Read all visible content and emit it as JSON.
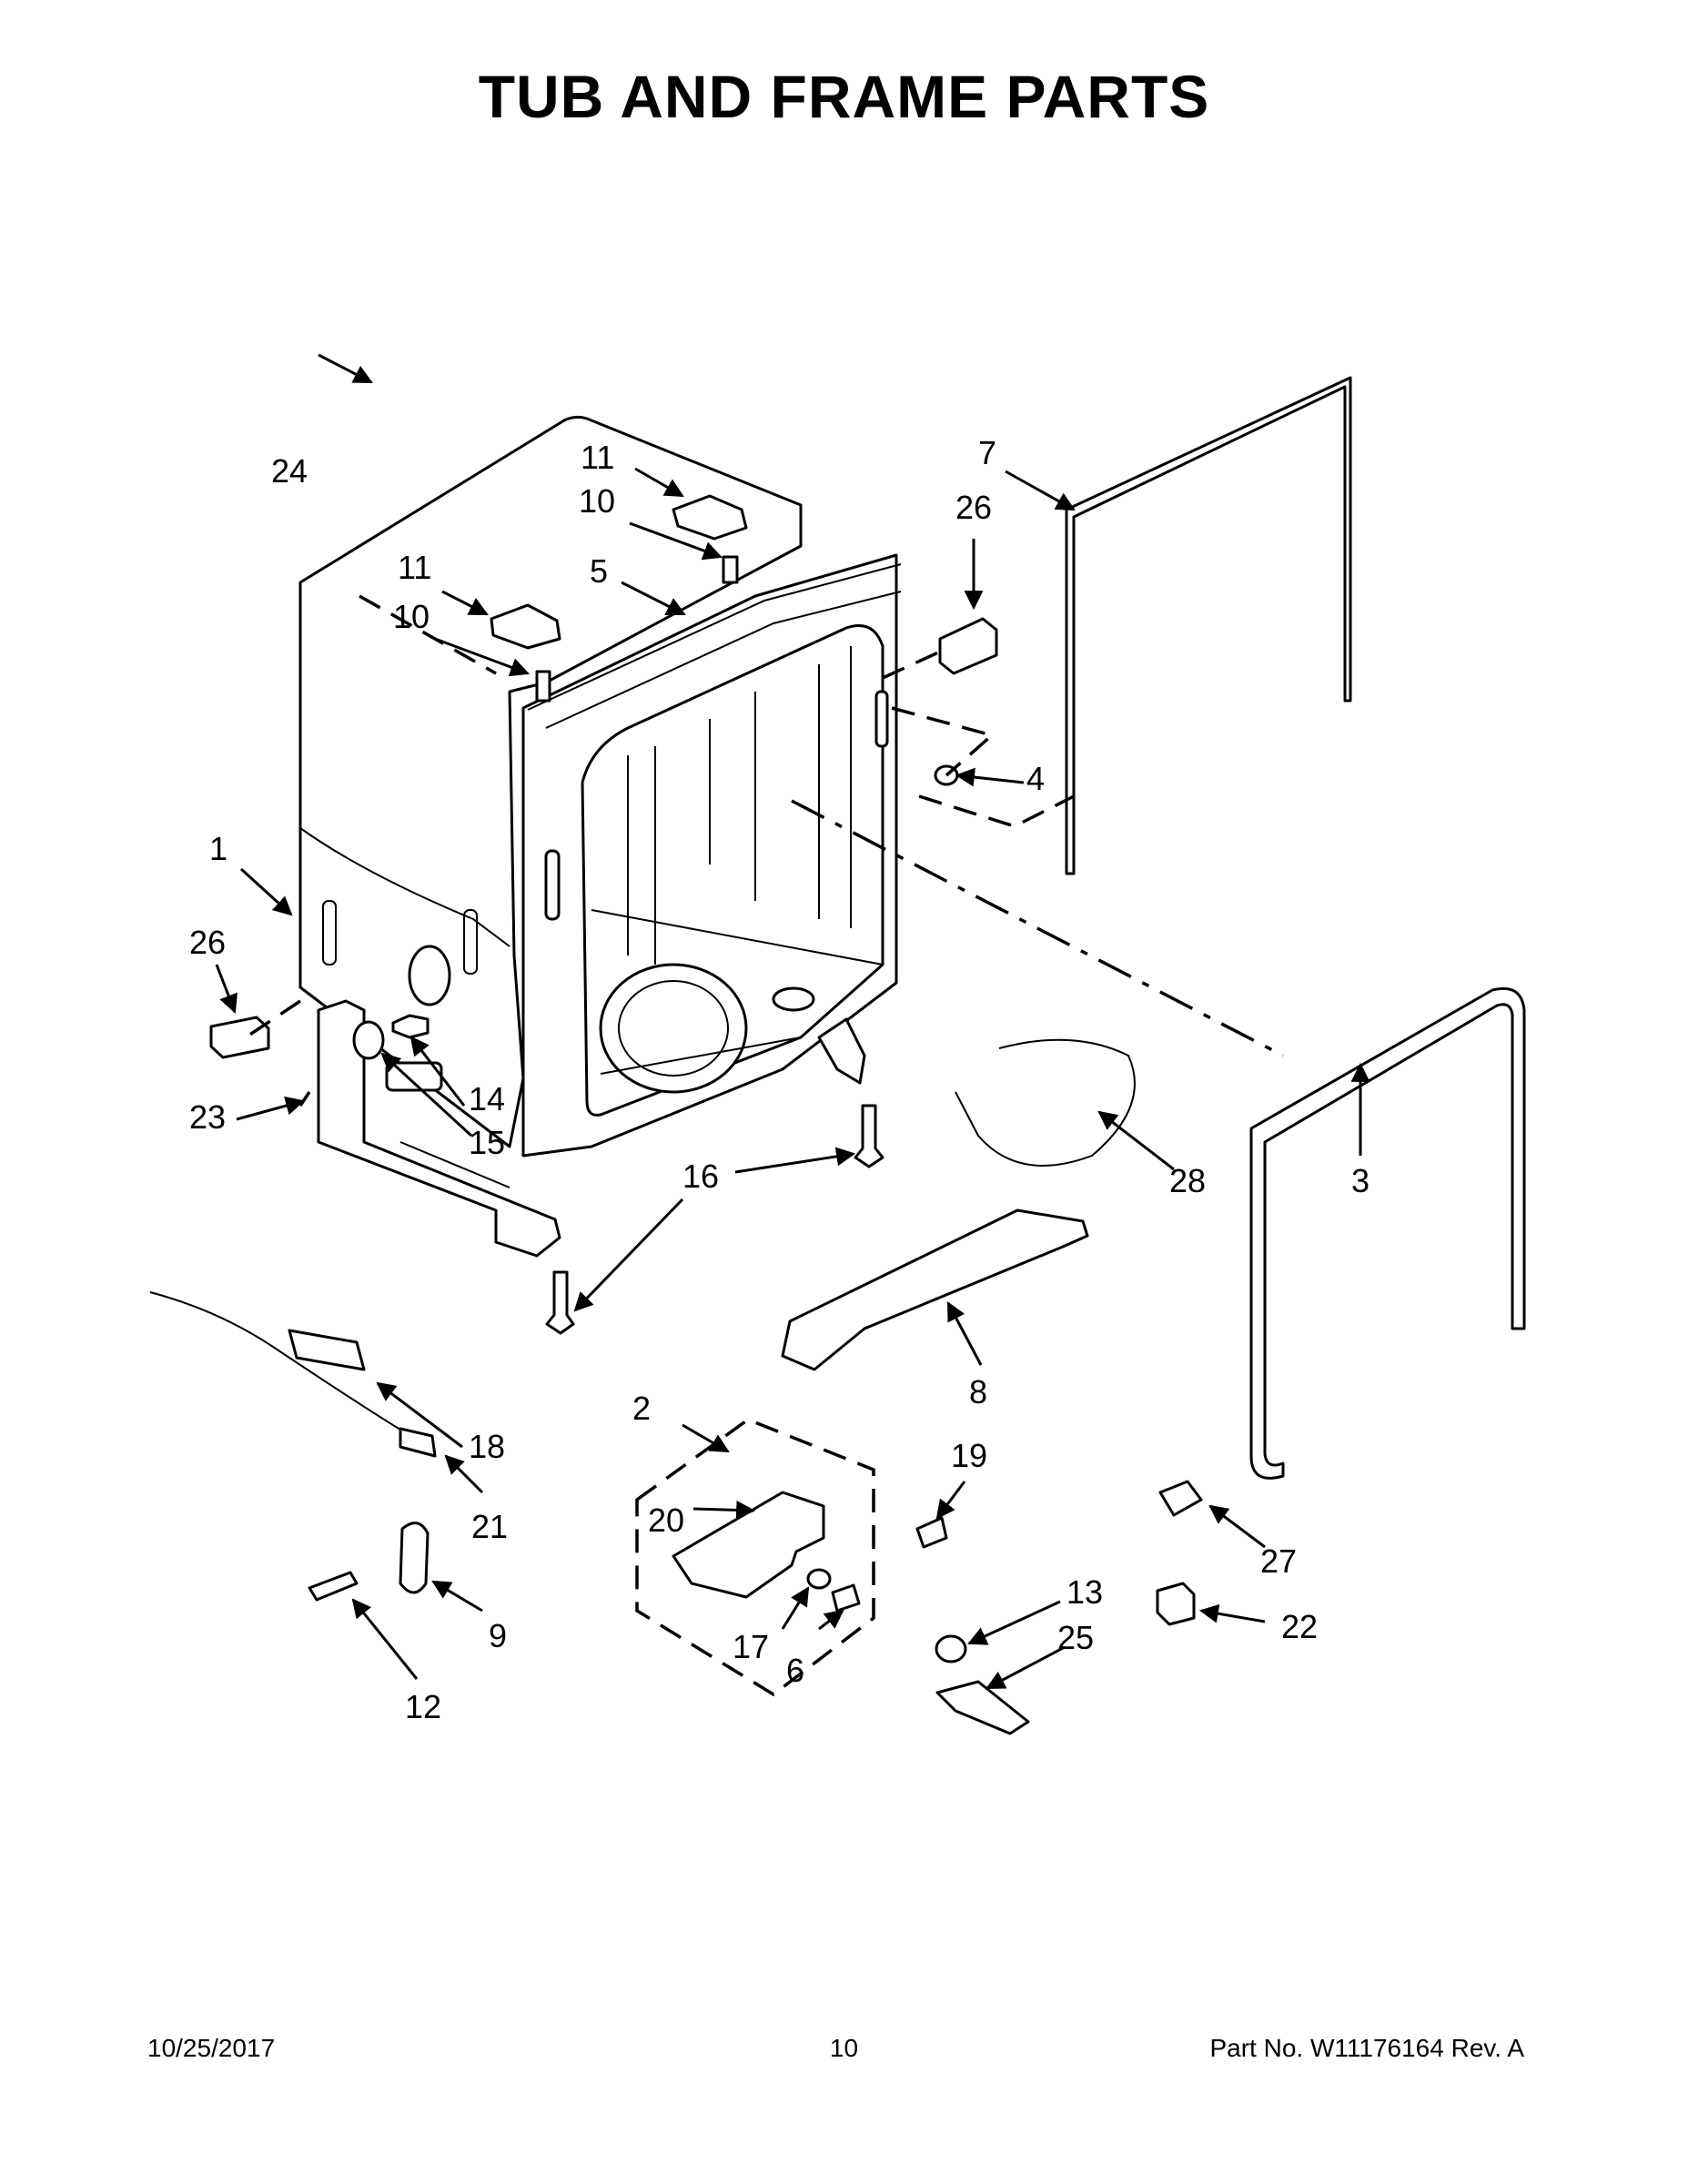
{
  "title": "TUB AND FRAME PARTS",
  "footer": {
    "date": "10/25/2017",
    "page": "10",
    "part_number": "Part No.  W11176164  Rev.  A"
  },
  "callouts": {
    "c1": "1",
    "c2": "2",
    "c3": "3",
    "c4": "4",
    "c5": "5",
    "c6": "6",
    "c7": "7",
    "c8": "8",
    "c9": "9",
    "c10a": "10",
    "c10b": "10",
    "c11a": "11",
    "c11b": "11",
    "c12": "12",
    "c13": "13",
    "c14": "14",
    "c15": "15",
    "c16": "16",
    "c17": "17",
    "c18": "18",
    "c19": "19",
    "c20": "20",
    "c21": "21",
    "c22": "22",
    "c23": "23",
    "c24": "24",
    "c25": "25",
    "c26a": "26",
    "c26b": "26",
    "c27": "27",
    "c28": "28"
  }
}
